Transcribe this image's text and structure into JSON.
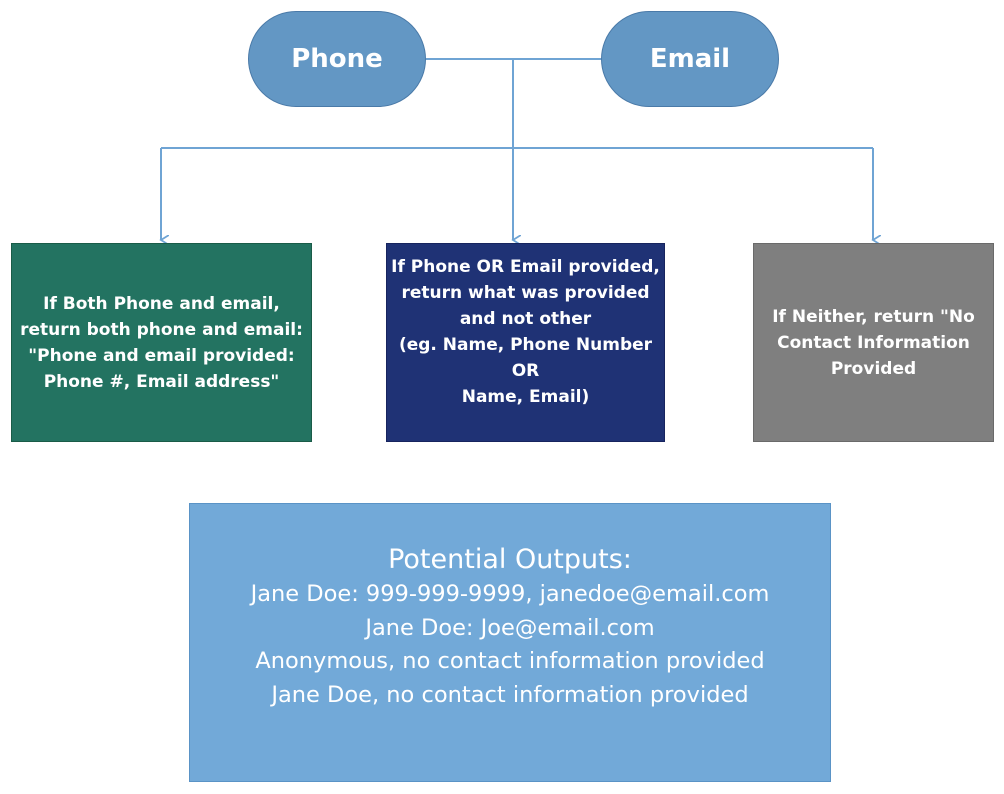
{
  "colors": {
    "pill_fill": "#6397c4",
    "connector": "#6fa4d4",
    "both_fill": "#237361",
    "either_fill": "#1f3275",
    "neither_fill": "#7f7f7f",
    "outputs_fill": "#72a9d8"
  },
  "inputs": {
    "phone": "Phone",
    "email": "Email"
  },
  "branches": {
    "both": {
      "lines": [
        "If Both Phone and email,",
        "return both phone and email:",
        "\"Phone and email provided:",
        "Phone #, Email address\""
      ]
    },
    "either": {
      "lines": [
        "If Phone OR Email provided,",
        "return what was provided",
        "and not other",
        "(eg. Name, Phone Number",
        "OR",
        "Name, Email)"
      ]
    },
    "neither": {
      "lines": [
        "If Neither, return \"No",
        "Contact Information",
        "Provided"
      ]
    }
  },
  "outputs": {
    "title": "Potential Outputs:",
    "lines": [
      "Jane Doe: 999-999-9999, janedoe@email.com",
      "Jane Doe: Joe@email.com",
      "Anonymous,  no contact information provided",
      "Jane Doe, no contact information provided"
    ]
  }
}
